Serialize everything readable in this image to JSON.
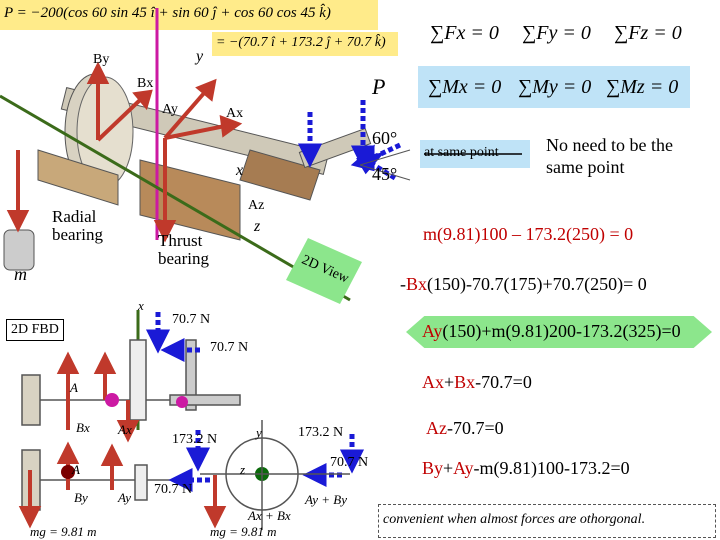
{
  "top_equation": {
    "line1": "P = −200(cos 60 sin 45 î + sin 60 ĵ + cos 60 cos 45 k̂)",
    "line2": "= −(70.7 î + 173.2 ĵ + 70.7 k̂)"
  },
  "equilibrium": {
    "forces": [
      "∑Fx = 0",
      "∑Fy = 0",
      "∑Fz = 0"
    ],
    "moments": [
      "∑Mx = 0",
      "∑My = 0",
      "∑Mz = 0"
    ]
  },
  "labels": {
    "by": "By",
    "bx": "Bx",
    "ay": "Ay",
    "ax": "Ax",
    "az": "Az",
    "p": "P",
    "at_same_point": "at same point",
    "no_need": "No need to be the same point",
    "radial_bearing": "Radial bearing",
    "thrust_bearing": "Thrust bearing",
    "m": "m",
    "angle60": "60°",
    "angle45": "45°",
    "axis_x": "x",
    "axis_y": "y",
    "axis_z": "z",
    "view2d": "2D View",
    "fbd": "2D FBD"
  },
  "fbd_labels": {
    "f1": "70.7 N",
    "f2": "70.7 N",
    "f3": "173.2 N",
    "f4": "173.2 N",
    "f5": "70.7 N",
    "f6": "70.7 N",
    "mg1": "mg = 9.81 m",
    "mg2": "mg = 9.81 m",
    "A": "A",
    "Bx": "Bx",
    "Ax": "Ax",
    "Ay": "Ay",
    "By": "By",
    "axby": "Ay + By",
    "axbx": "Ax + Bx",
    "x": "x",
    "y": "y",
    "z": "z"
  },
  "equations": {
    "e1": "m(9.81)100 – 173.2(250) = 0",
    "e2_pre": "-",
    "e2_red": "Bx",
    "e2_post": "(150)-70.7(175)+70.7(250)= 0",
    "e3_red": "Ay",
    "e3_post": "(150)+m(9.81)200-173.2(325)=0",
    "e4_red1": "Ax",
    "e4_mid": "+",
    "e4_red2": "Bx",
    "e4_post": "-70.7=0",
    "e5_red": "Az",
    "e5_post": "-70.7=0",
    "e6_red1": "By",
    "e6_mid": "+",
    "e6_red2": "Ay",
    "e6_post": "-m(9.81)100-173.2=0",
    "note": "convenient when almost forces are othorgonal."
  },
  "colors": {
    "red_arrow": "#c0392b",
    "blue_arrow": "#1a1ad6",
    "magenta_line": "#cc1aa3",
    "green_line": "#3b6b1a",
    "eq_box": "#ffeb8a",
    "sum_box": "#bfe3f7",
    "green_box": "#8ce68c",
    "magenta_dot": "#cc1aa3",
    "dark_red_dot": "#7a0000",
    "dark_green_dot": "#0a6a0a"
  }
}
